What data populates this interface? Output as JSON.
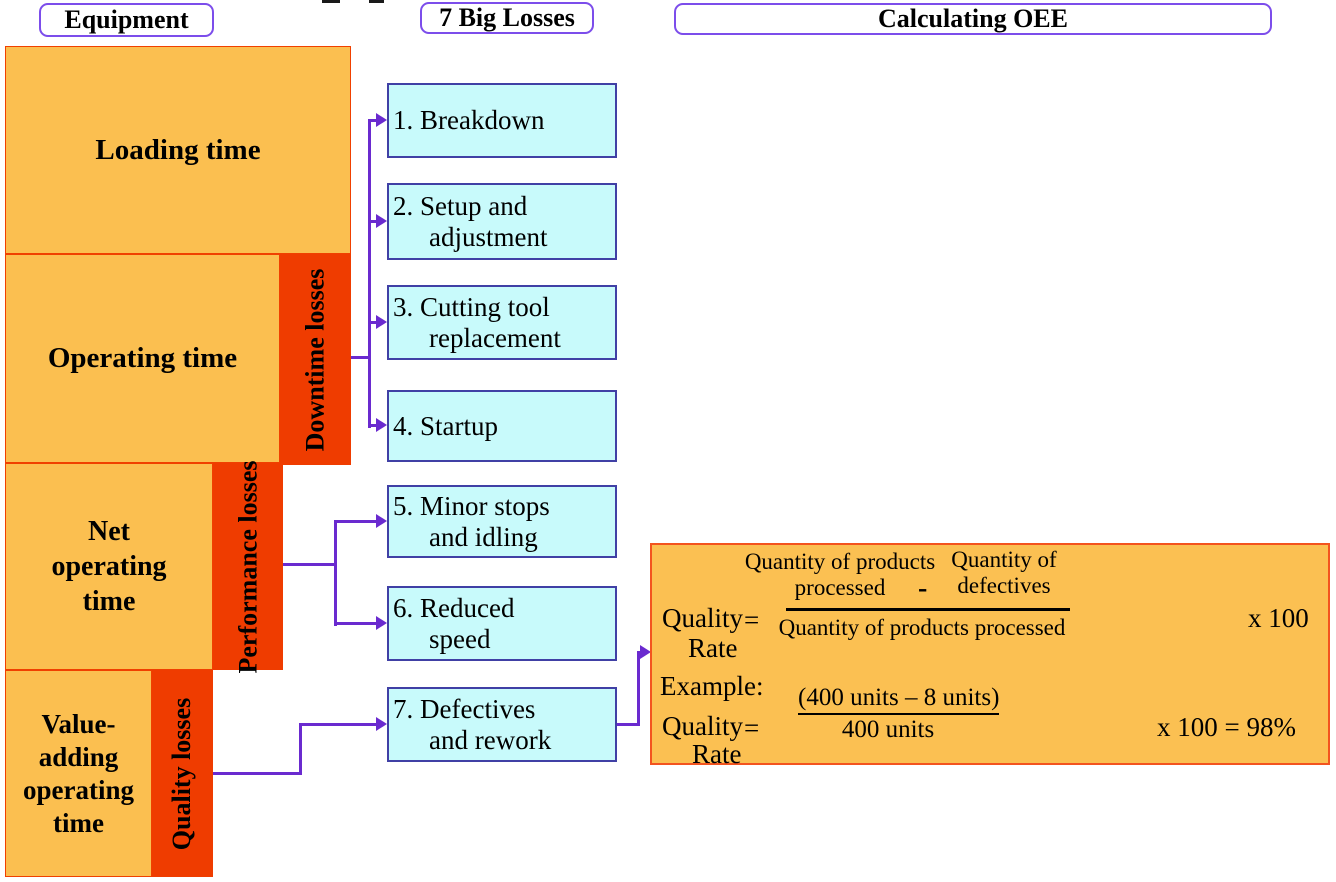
{
  "headers": {
    "equipment": "Equipment",
    "big_losses": "7 Big Losses",
    "calculating_oee": "Calculating OEE"
  },
  "equipment_blocks": {
    "loading": {
      "lines": [
        "Loading time"
      ]
    },
    "operating": {
      "lines": [
        "Operating time"
      ]
    },
    "net": {
      "lines": [
        "Net",
        "operating",
        "time"
      ]
    },
    "value_adding": {
      "lines": [
        "Value-",
        "adding",
        "operating",
        "time"
      ]
    }
  },
  "loss_strips": {
    "downtime": "Downtime losses",
    "performance": "Performance losses",
    "quality": "Quality losses"
  },
  "loss_boxes": [
    {
      "lines": [
        "1. Breakdown"
      ]
    },
    {
      "lines": [
        "2. Setup and",
        "adjustment"
      ]
    },
    {
      "lines": [
        "3. Cutting tool",
        "replacement"
      ]
    },
    {
      "lines": [
        "4. Startup"
      ]
    },
    {
      "lines": [
        "5. Minor stops",
        "and idling"
      ]
    },
    {
      "lines": [
        "6. Reduced",
        "speed"
      ]
    },
    {
      "lines": [
        "7. Defectives",
        "and rework"
      ]
    }
  ],
  "formula": {
    "quality_label": "Quality",
    "rate_label": "Rate",
    "equals": "=",
    "numerator_left": [
      "Quantity of products",
      "processed"
    ],
    "minus": "-",
    "numerator_right": [
      "Quantity of",
      "defectives"
    ],
    "denominator": "Quantity of products processed",
    "multiplier": "x 100",
    "example_label": "Example:",
    "example_quality_label": "Quality",
    "example_rate_label": "Rate",
    "example_equals": "=",
    "example_numerator": "(400 units – 8 units)",
    "example_denominator": "400 units",
    "example_result": "x 100 = 98%"
  },
  "colors": {
    "block_orange": "#FBBF50",
    "strip_red": "#EF3C00",
    "loss_box_cyan": "#C8FAFB",
    "loss_box_border": "#4040A5",
    "connector_purple": "#6A2ACF",
    "header_border_purple": "#7C4DEB",
    "formula_border": "#F3541F"
  }
}
